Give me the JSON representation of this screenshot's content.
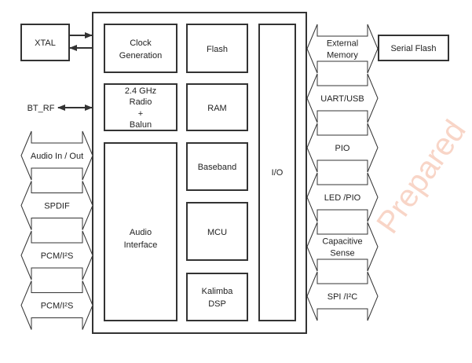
{
  "watermark": "Prepared",
  "chip": {
    "blocks": {
      "clock": [
        "Clock",
        "Generation"
      ],
      "flash": "Flash",
      "radio": [
        "2.4 GHz",
        "Radio",
        "+",
        "Balun"
      ],
      "ram": "RAM",
      "audio": [
        "Audio",
        "Interface"
      ],
      "baseband": "Baseband",
      "mcu": "MCU",
      "kalimba": [
        "Kalimba",
        "DSP"
      ],
      "io": "I/O"
    }
  },
  "external": {
    "xtal": "XTAL",
    "bt_rf": "BT_RF",
    "serial_flash": "Serial Flash"
  },
  "left_buses": [
    {
      "label": [
        "Audio In / Out"
      ]
    },
    {
      "label": [
        "SPDIF"
      ]
    },
    {
      "label": [
        "PCM/I²S"
      ]
    },
    {
      "label": [
        "PCM/I²S"
      ]
    }
  ],
  "right_buses": [
    {
      "label": [
        "External",
        "Memory"
      ]
    },
    {
      "label": [
        "UART/USB"
      ]
    },
    {
      "label": [
        "PIO"
      ]
    },
    {
      "label": [
        "LED /PIO"
      ]
    },
    {
      "label": [
        "Capacitive",
        "Sense"
      ]
    },
    {
      "label": [
        "SPI /I²C"
      ]
    }
  ]
}
